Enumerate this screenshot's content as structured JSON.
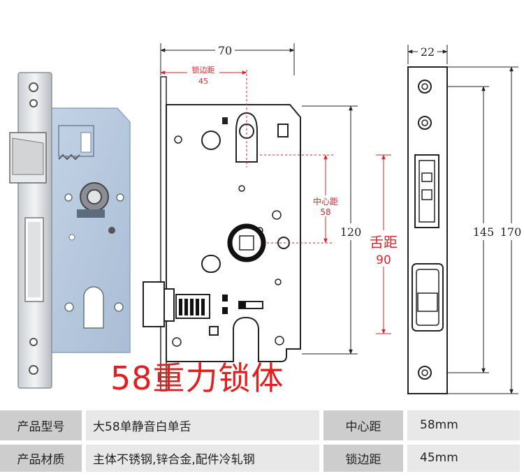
{
  "drawing": {
    "width_label": "70",
    "backset_label_text": "锁边距",
    "backset_label_value": "45",
    "center_label_text": "中心距",
    "center_label_value": "58",
    "height_label": "120",
    "tongue_label_text": "舌距",
    "tongue_label_value": "90",
    "faceplate_width_label": "22",
    "faceplate_inner_label": "145",
    "faceplate_outer_label": "170"
  },
  "headline": "58重力锁体",
  "specs": [
    [
      {
        "label": "产品型号",
        "value": "大58单静音白单舌"
      },
      {
        "label": "中心距",
        "value": "58mm"
      }
    ],
    [
      {
        "label": "产品材质",
        "value": "主体不锈钢,锌合金,配件冷轧钢"
      },
      {
        "label": "锁边距",
        "value": "45mm"
      }
    ]
  ],
  "colors": {
    "annotation_red": "#d8262b",
    "headline_red": "#e02020",
    "label_gray": "#cdcdcd",
    "value_gray": "#e8e8e8"
  }
}
